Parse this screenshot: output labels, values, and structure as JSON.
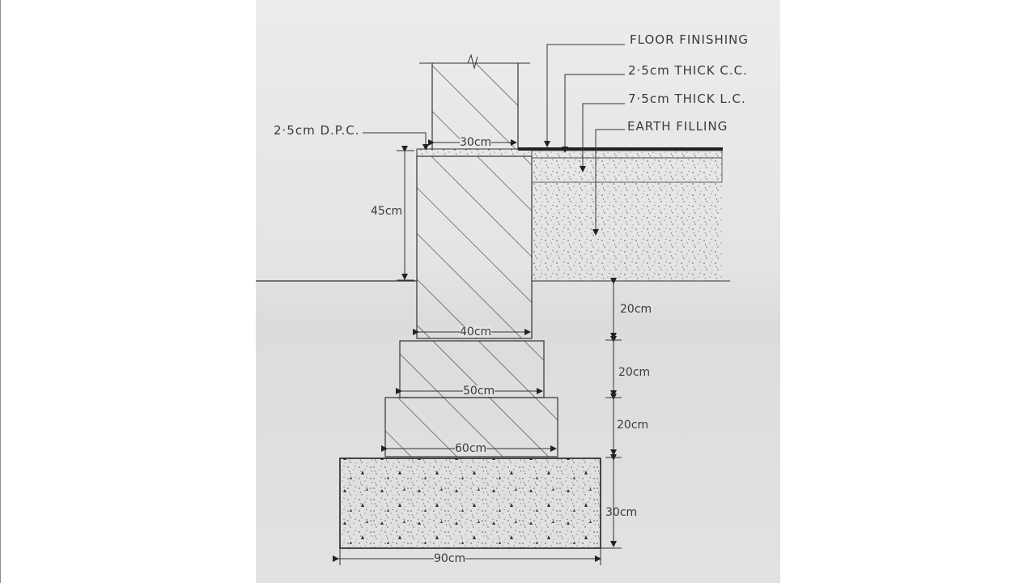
{
  "drawing": {
    "callouts": {
      "floor_finishing": "FLOOR FINISHING",
      "cc_layer": "2·5cm THICK C.C.",
      "lc_layer": "7·5cm THICK L.C.",
      "earth_filling": "EARTH FILLING",
      "dpc": "2·5cm D.P.C."
    },
    "dimensions": {
      "wall_width": "30cm",
      "plinth_height": "45cm",
      "base_width": "40cm",
      "footing_1_width": "50cm",
      "footing_2_width": "60cm",
      "concrete_width": "90cm",
      "depth_1": "20cm",
      "depth_2": "20cm",
      "depth_3": "20cm",
      "concrete_depth": "30cm"
    }
  }
}
